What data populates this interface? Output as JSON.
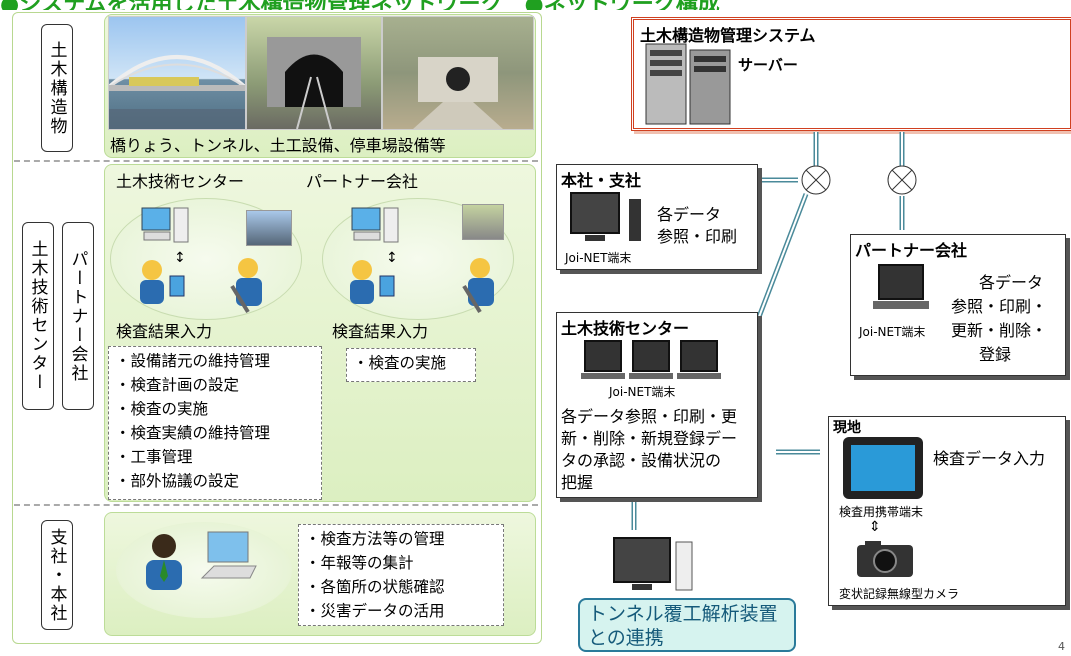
{
  "title": "●システムを活用した土木構造物管理ネットワーク　●ネットワーク構成",
  "left_panel": {
    "labels": {
      "structures": "土木構造物",
      "center": "土木技術センター",
      "partner": "パートナー会社",
      "branch": "支社・本社"
    },
    "structures_caption": "橋りょう、トンネル、土工設備、停車場設備等",
    "center_heading": "土木技術センター",
    "partner_heading": "パートナー会社",
    "center_input": "検査結果入力",
    "partner_input": "検査結果入力",
    "center_tasks": [
      "・設備諸元の維持管理",
      "・検査計画の設定",
      "・検査の実施",
      "・検査実績の維持管理",
      "・工事管理",
      "・部外協議の設定"
    ],
    "partner_tasks": [
      "・検査の実施"
    ],
    "branch_tasks": [
      "・検査方法等の管理",
      "・年報等の集計",
      "・各箇所の状態確認",
      "・災害データの活用"
    ]
  },
  "network": {
    "system_title": "土木構造物管理システム",
    "server_label": "サーバー",
    "hq": {
      "title": "本社・支社",
      "desc_line1": "各データ",
      "desc_line2": "参照・印刷",
      "terminal": "Joi-NET端末"
    },
    "partner": {
      "title": "パートナー会社",
      "desc_lines": [
        "各データ",
        "参照・印刷・",
        "更新・削除・",
        "登録"
      ],
      "terminal": "Joi-NET端末"
    },
    "center": {
      "title": "土木技術センター",
      "terminal": "Joi-NET端末",
      "desc_lines": [
        "各データ参照・印刷・更",
        "新・削除・新規登録デー",
        "タの承認・設備状況の",
        "把握"
      ]
    },
    "field": {
      "title": "現地",
      "input": "検査データ入力",
      "device": "検査用携帯端末",
      "camera": "変状記録無線型カメラ"
    },
    "tunnel_link_line1": "トンネル覆工解析装置",
    "tunnel_link_line2": "との連携"
  },
  "page_number": "4"
}
